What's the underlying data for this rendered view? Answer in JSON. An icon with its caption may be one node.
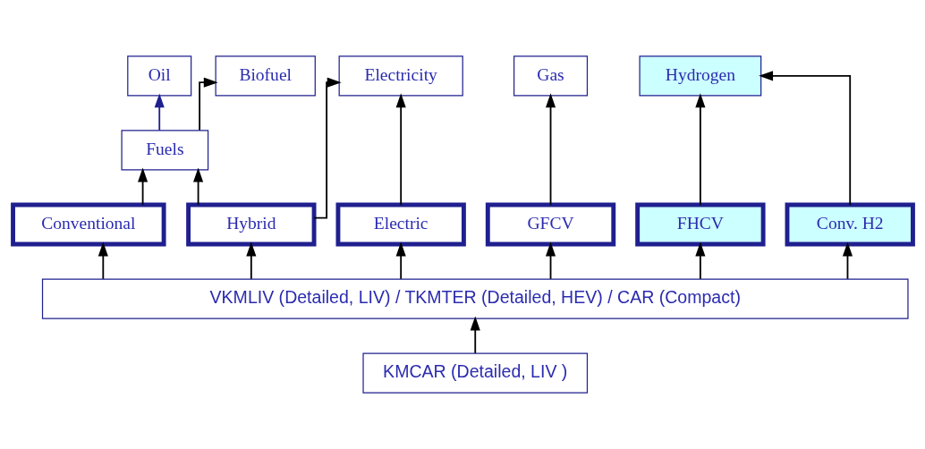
{
  "diagram": {
    "nodes": [
      {
        "text": [
          "Oil"
        ]
      },
      {
        "text": [
          "Biofuel"
        ]
      },
      {
        "text": [
          "Electricity"
        ]
      },
      {
        "text": [
          "Gas"
        ]
      },
      {
        "text": [
          "Hydrogen"
        ]
      },
      {
        "text": [
          "Fuels"
        ]
      },
      {
        "text": [
          "Conventional"
        ]
      },
      {
        "text": [
          "Hybrid"
        ]
      },
      {
        "text": [
          "Electric"
        ]
      },
      {
        "text": [
          "GFCV"
        ]
      },
      {
        "text": [
          "FHCV"
        ]
      },
      {
        "text": [
          "Conv. H2"
        ]
      },
      {
        "text": [
          "VKMLIV (Detailed, LIV) / TKMTER (Detailed, HEV) / CAR (Compact)"
        ]
      },
      {
        "text": [
          "KMCAR (Detailed, LIV )"
        ]
      }
    ],
    "edges": [
      {
        "from": 5,
        "to": 0,
        "arrow": "to",
        "color": "#1f1f8f"
      },
      {
        "from": 5,
        "to": 1,
        "arrow": "to"
      },
      {
        "from": 6,
        "to": 5,
        "arrow": "to"
      },
      {
        "from": 7,
        "to": 5,
        "arrow": "to"
      },
      {
        "from": 7,
        "to": 2,
        "arrow": "to"
      },
      {
        "from": 8,
        "to": 2,
        "arrow": "to"
      },
      {
        "from": 9,
        "to": 3,
        "arrow": "to"
      },
      {
        "from": 10,
        "to": 4,
        "arrow": "to"
      },
      {
        "from": 11,
        "to": 4,
        "arrow": "to"
      },
      {
        "from": 12,
        "to": 6,
        "arrow": "to"
      },
      {
        "from": 12,
        "to": 7,
        "arrow": "to"
      },
      {
        "from": 12,
        "to": 8,
        "arrow": "to"
      },
      {
        "from": 12,
        "to": 9,
        "arrow": "to"
      },
      {
        "from": 12,
        "to": 10,
        "arrow": "to"
      },
      {
        "from": 12,
        "to": 11,
        "arrow": "to"
      },
      {
        "from": 13,
        "to": 12,
        "arrow": "to"
      }
    ]
  }
}
